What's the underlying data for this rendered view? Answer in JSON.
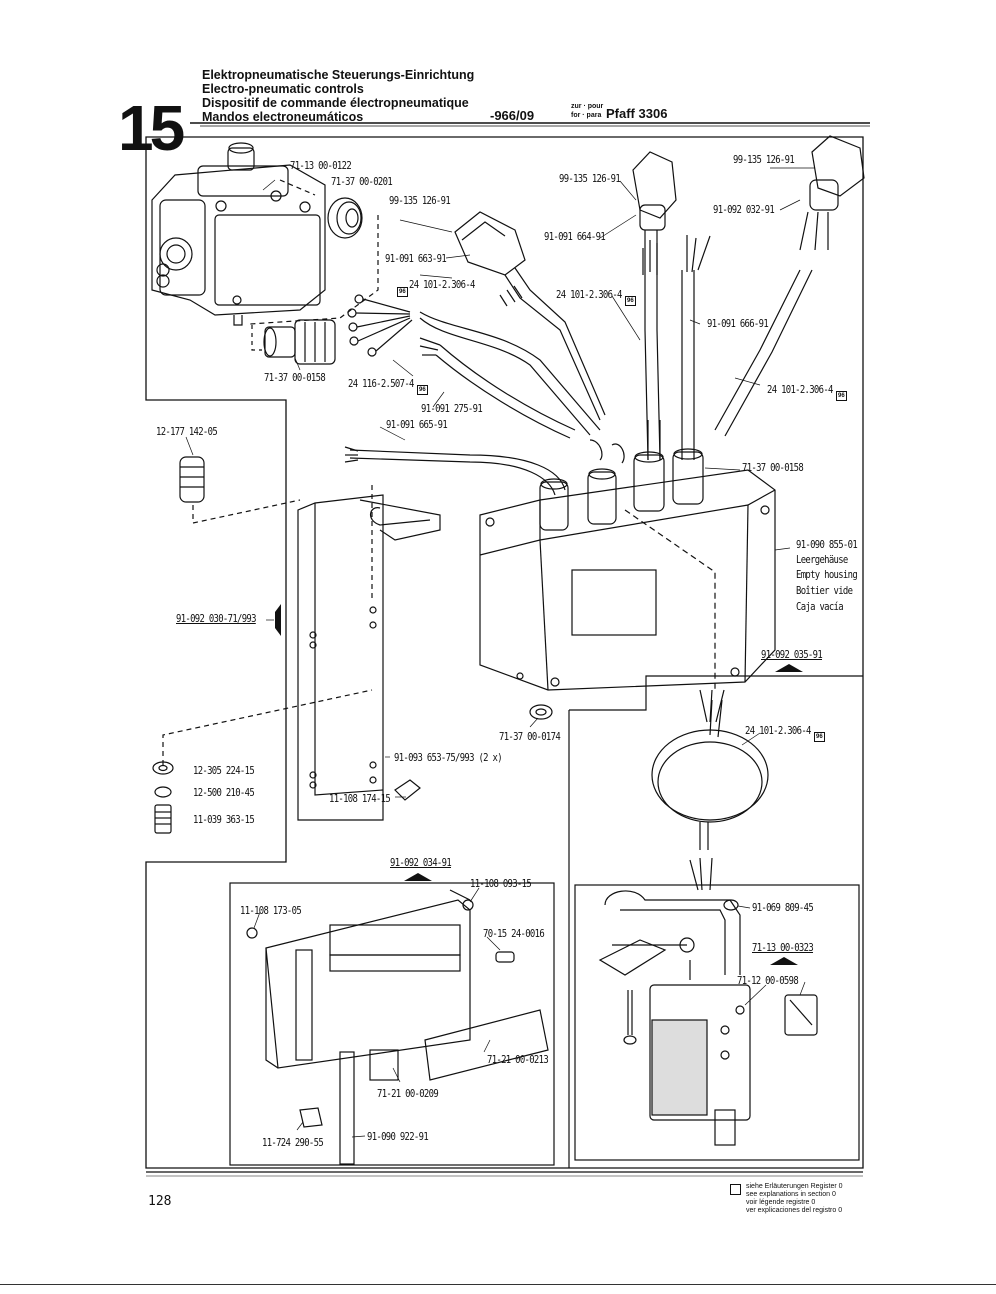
{
  "header": {
    "section_number": "15",
    "titles": [
      "Elektropneumatische Steuerungs-Einrichtung",
      "Electro-pneumatic controls",
      "Dispositif de commande électropneumatique",
      "Mandos electroneumáticos"
    ],
    "group": "-966/09",
    "zur_pour": "zur · pour",
    "for_para": "for · para",
    "model": "Pfaff 3306"
  },
  "parts": {
    "p1": "71-13 00-0122",
    "p2": "71-37 00-0201",
    "p3": "99-135 126-91",
    "p4": "91-091 663-91",
    "p5": "24 101-2.306-4",
    "p6": "71-37 00-0158",
    "p7": "24 116-2.507-4",
    "p8": "91-091 275-91",
    "p9": "91-091 665-91",
    "p10": "99-135 126-91",
    "p11": "91-091 664-91",
    "p12": "24 101-2.306-4",
    "p13": "99-135 126-91",
    "p14": "91-092 032-91",
    "p15": "91-091 666-91",
    "p16": "24 101-2.306-4",
    "p17": "71-37 00-0158",
    "p18": "12-177 142-05",
    "p19": "91-092 030-71/993",
    "p20": "12-305 224-15",
    "p21": "12-500 210-45",
    "p22": "11-039 363-15",
    "p23": "91-093 653-75/993 (2 x)",
    "p24": "11-108 174-15",
    "p25": "71-37 00-0174",
    "p26": "91-092 035-91",
    "p27": "24 101-2.306-4",
    "p28": "91-092 034-91",
    "p29": "11-108 093-15",
    "p30": "11-108 173-05",
    "p31": "70-15 24-0016",
    "p32": "71-21 00-0213",
    "p33": "71-21 00-0209",
    "p34": "11-724 290-55",
    "p35": "91-090 922-91",
    "p36": "91-069 809-45",
    "p37": "71-13 00-0323",
    "p38": "71-12 00-0598"
  },
  "housing": {
    "part": "91-090 855-01",
    "desc": [
      "Leergehäuse",
      "Empty housing",
      "Boîtier vide",
      "Caja vacía"
    ]
  },
  "footer": {
    "page_number": "128",
    "legend": [
      "siehe Erläuterungen Register 0",
      "see explanations in section 0",
      "voir légende registre 0",
      "ver explicaciones del registro 0"
    ]
  },
  "marker_symbol": "96"
}
